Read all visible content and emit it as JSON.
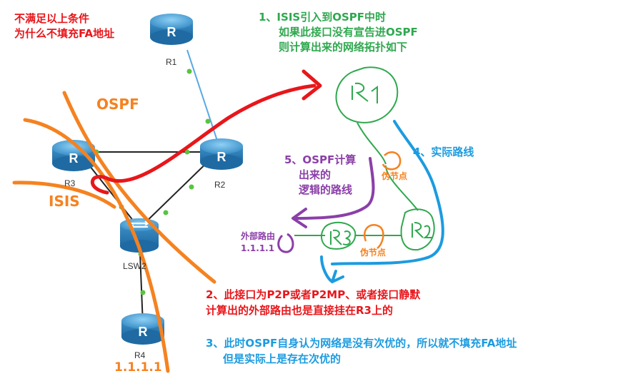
{
  "title_note": {
    "line1": "不满足以上条件",
    "line2": "为什么不填充FA地址"
  },
  "step1": {
    "line1": "1、ISIS引入到OSPF中时",
    "line2": "如果此接口没有宣告进OSPF",
    "line3": "则计算出来的网络拓扑如下"
  },
  "ospf_label": "OSPF",
  "isis_label": "ISIS",
  "devices": {
    "r1": "R1",
    "r2": "R2",
    "r3": "R3",
    "r4": "R4",
    "lsw2": "LSW2"
  },
  "prefix": "1.1.1.1",
  "step4": "4、实际路线",
  "step5": {
    "line1": "5、OSPF计算",
    "line2": "出来的",
    "line3": "逻辑的路线"
  },
  "ext_route": {
    "line1": "外部路由",
    "line2": "1.1.1.1"
  },
  "pseudo_node_1": "伪节点",
  "pseudo_node_2": "伪节点",
  "sketch_r1": "R1",
  "sketch_r2": "R2",
  "sketch_r3": "R3",
  "step2": {
    "line1": "2、此接口为P2P或者P2MP、或者接口静默",
    "line2": "计算出的外部路由也是直接挂在R3上的"
  },
  "step3": {
    "line1": "3、此时OSPF自身认为网络是没有次优的，所以就不填充FA地址",
    "line2": "但是实际上是存在次优的"
  },
  "colors": {
    "red": "#e8161b",
    "green": "#2fa84f",
    "orange": "#f58220",
    "blue": "#1c9be0",
    "purple": "#8b3fa8",
    "router": "#4aa3d8"
  }
}
